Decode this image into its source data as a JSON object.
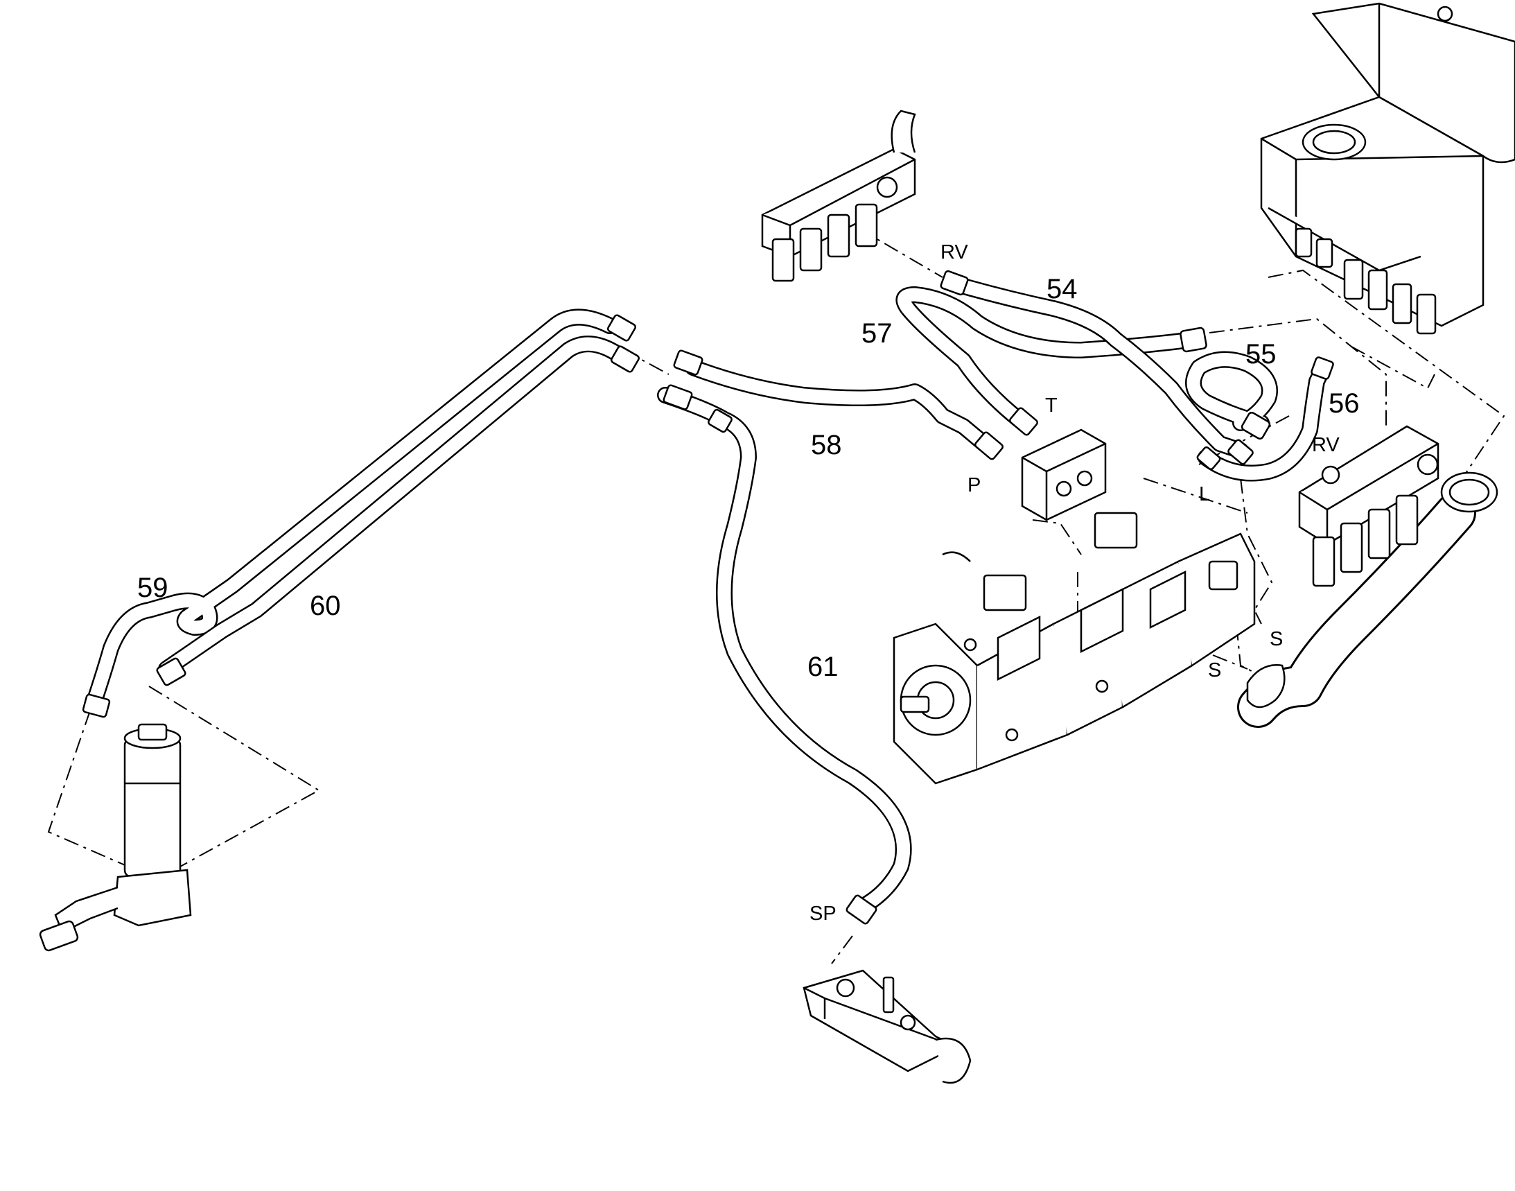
{
  "callouts": {
    "hose_54": "54",
    "hose_55": "55",
    "hose_56": "56",
    "hose_57": "57",
    "hose_58": "58",
    "hose_59": "59",
    "hose_60": "60",
    "hose_61": "61"
  },
  "ports": {
    "rv_top": "RV",
    "rv_right": "RV",
    "t": "T",
    "p": "P",
    "l": "L",
    "s_upper": "S",
    "s_lower": "S",
    "sp": "SP"
  },
  "colors": {
    "line": "#000000",
    "background": "#ffffff"
  }
}
